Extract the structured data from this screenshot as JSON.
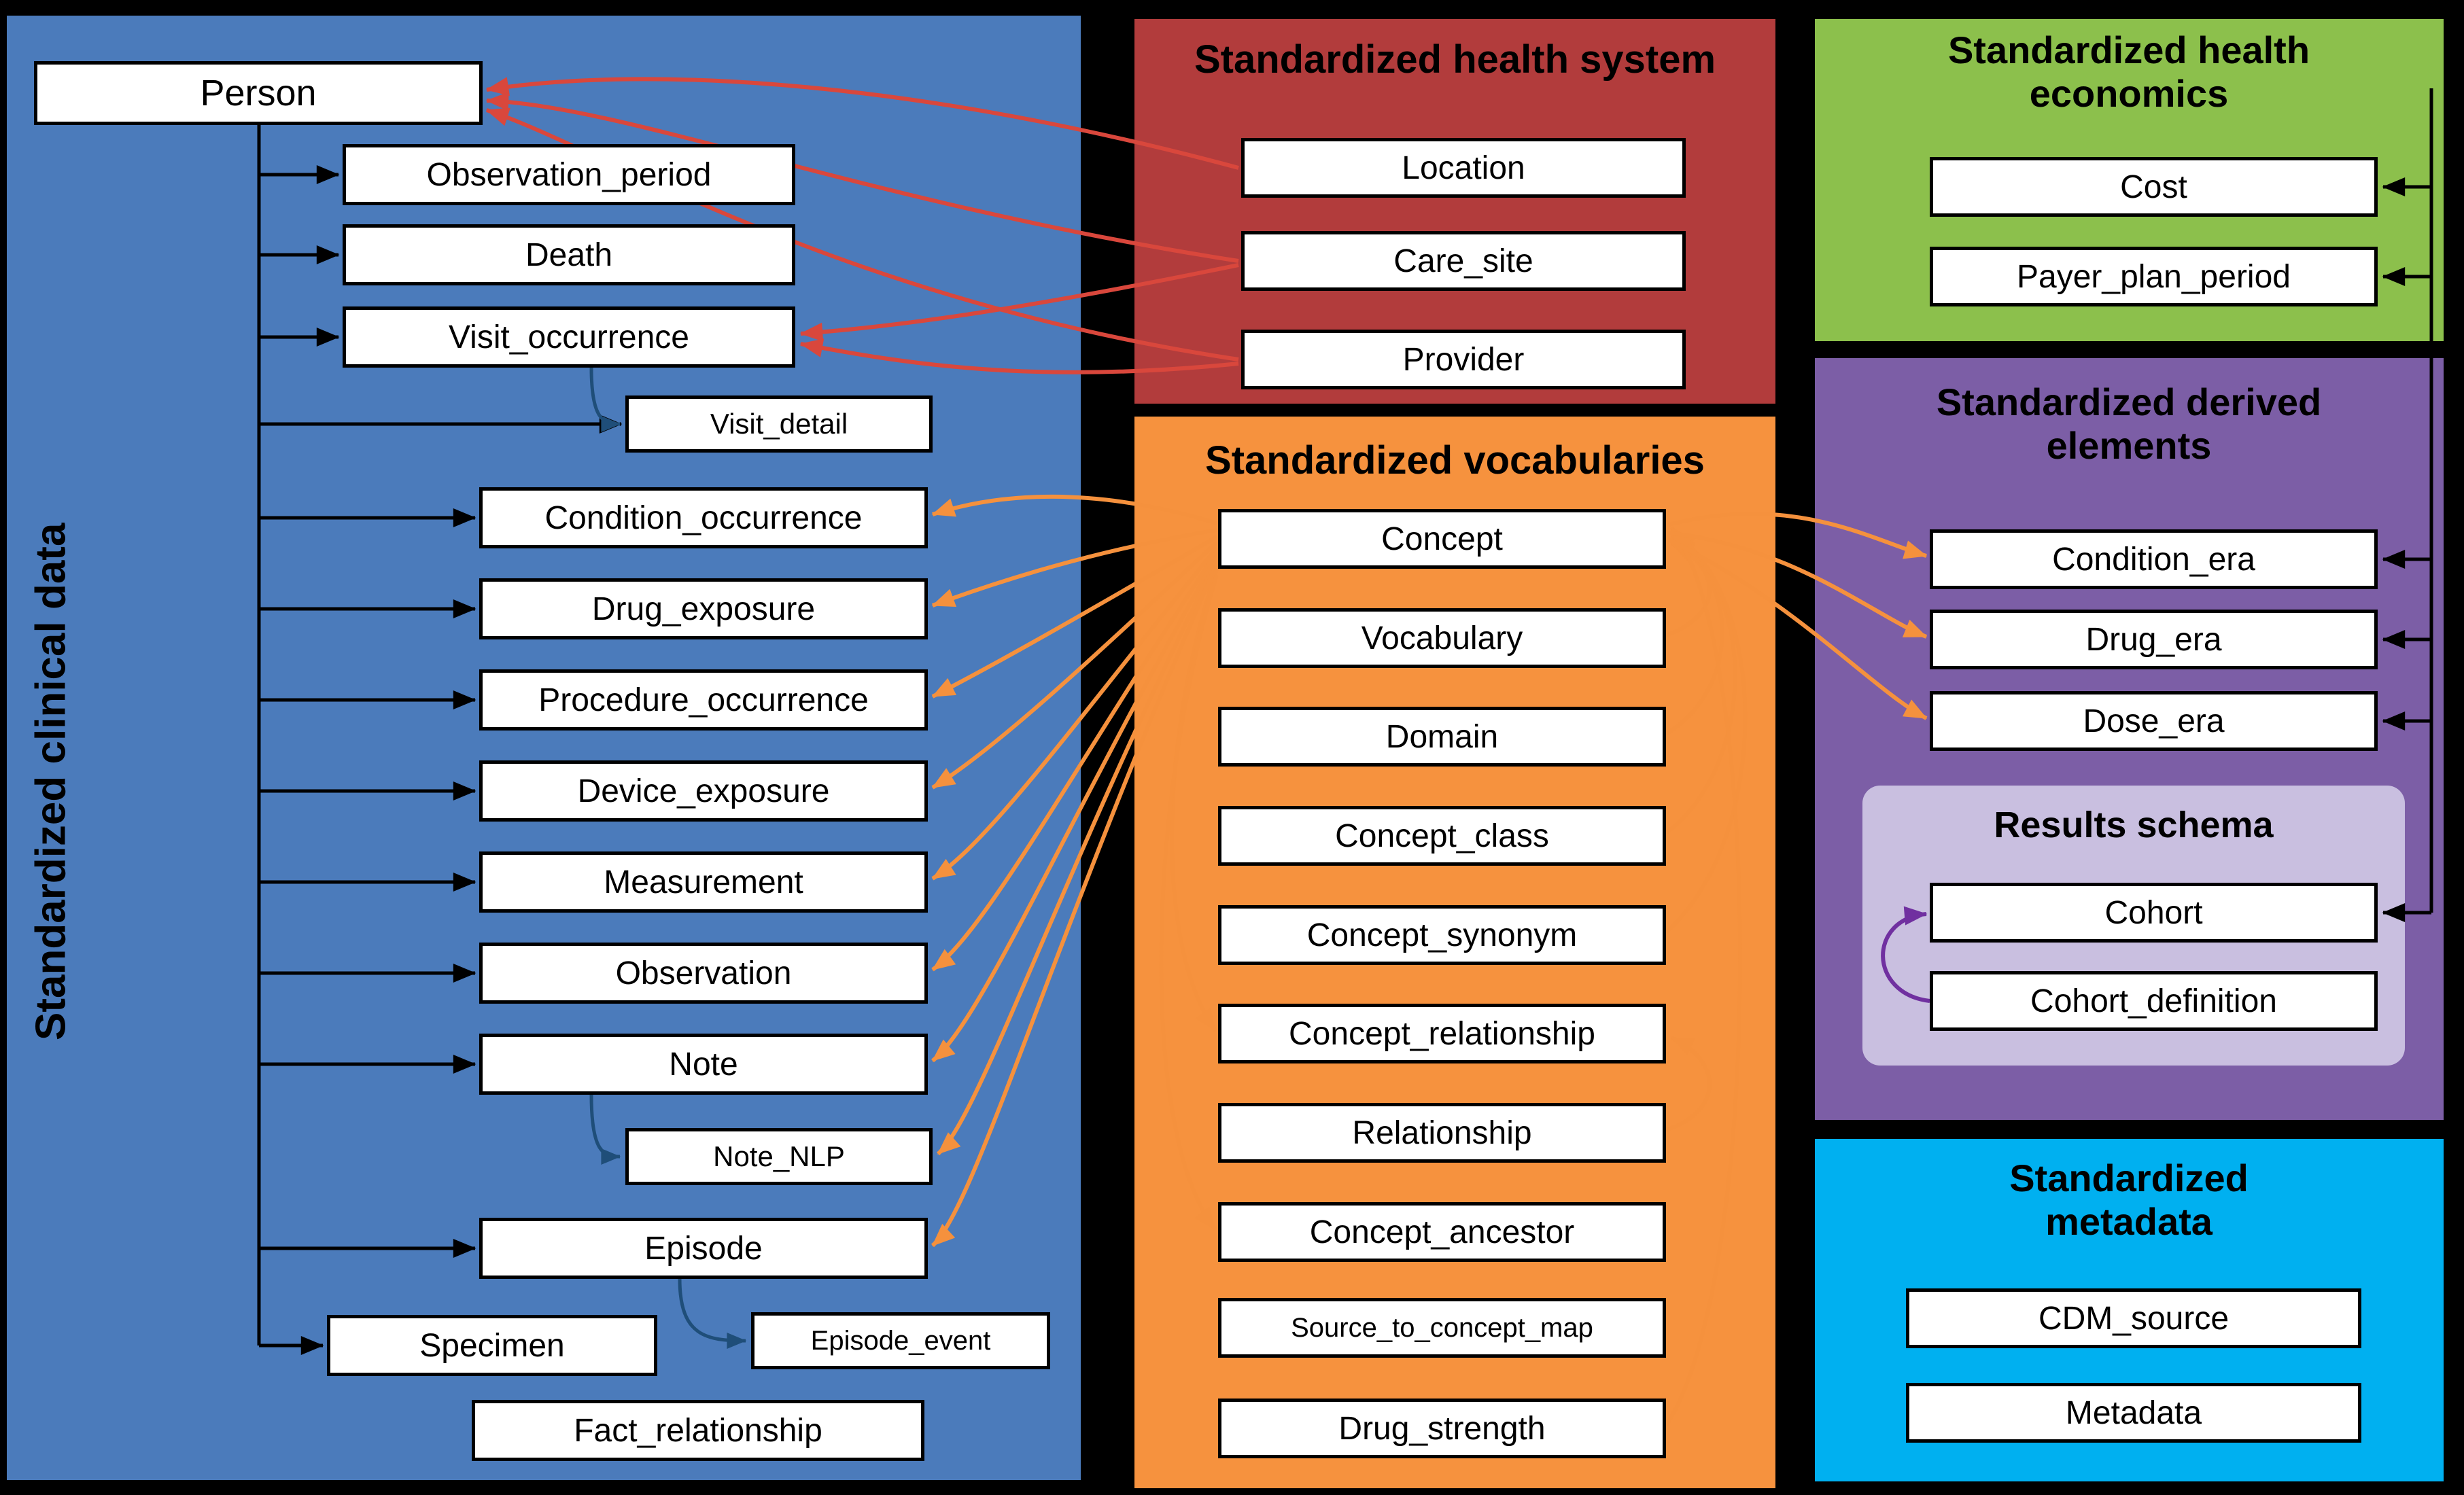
{
  "clinical": {
    "title": "Standardized clinical data",
    "tables": {
      "person": "Person",
      "observation_period": "Observation_period",
      "death": "Death",
      "visit_occurrence": "Visit_occurrence",
      "visit_detail": "Visit_detail",
      "condition_occurrence": "Condition_occurrence",
      "drug_exposure": "Drug_exposure",
      "procedure_occurrence": "Procedure_occurrence",
      "device_exposure": "Device_exposure",
      "measurement": "Measurement",
      "observation": "Observation",
      "note": "Note",
      "note_nlp": "Note_NLP",
      "episode": "Episode",
      "specimen": "Specimen",
      "episode_event": "Episode_event",
      "fact_relationship": "Fact_relationship"
    }
  },
  "health_system": {
    "title": "Standardized health system",
    "tables": {
      "location": "Location",
      "care_site": "Care_site",
      "provider": "Provider"
    }
  },
  "vocabularies": {
    "title": "Standardized vocabularies",
    "tables": {
      "concept": "Concept",
      "vocabulary": "Vocabulary",
      "domain": "Domain",
      "concept_class": "Concept_class",
      "concept_synonym": "Concept_synonym",
      "concept_relationship": "Concept_relationship",
      "relationship": "Relationship",
      "concept_ancestor": "Concept_ancestor",
      "source_to_concept_map": "Source_to_concept_map",
      "drug_strength": "Drug_strength"
    }
  },
  "health_economics": {
    "title": "Standardized health economics",
    "tables": {
      "cost": "Cost",
      "payer_plan_period": "Payer_plan_period"
    }
  },
  "derived": {
    "title": "Standardized derived elements",
    "tables": {
      "condition_era": "Condition_era",
      "drug_era": "Drug_era",
      "dose_era": "Dose_era"
    },
    "results_schema": {
      "title": "Results schema",
      "tables": {
        "cohort": "Cohort",
        "cohort_definition": "Cohort_definition"
      }
    }
  },
  "metadata": {
    "title": "Standardized metadata",
    "tables": {
      "cdm_source": "CDM_source",
      "metadata": "Metadata"
    }
  },
  "colors": {
    "clinical_panel": "#4b7bbb",
    "health_system_panel": "#b23c3c",
    "vocabularies_panel": "#f6923e",
    "health_economics_panel": "#8cc04c",
    "derived_panel": "#7c5ea6",
    "results_schema_box": "#c9bfe0",
    "metadata_panel": "#00b0f0",
    "box_fill": "#ffffff",
    "box_border": "#000000",
    "arrow_black": "#000000",
    "arrow_red": "#d9473c",
    "arrow_orange": "#f5913d",
    "arrow_purple": "#7030a0",
    "arrow_blue": "#1f4e79"
  }
}
